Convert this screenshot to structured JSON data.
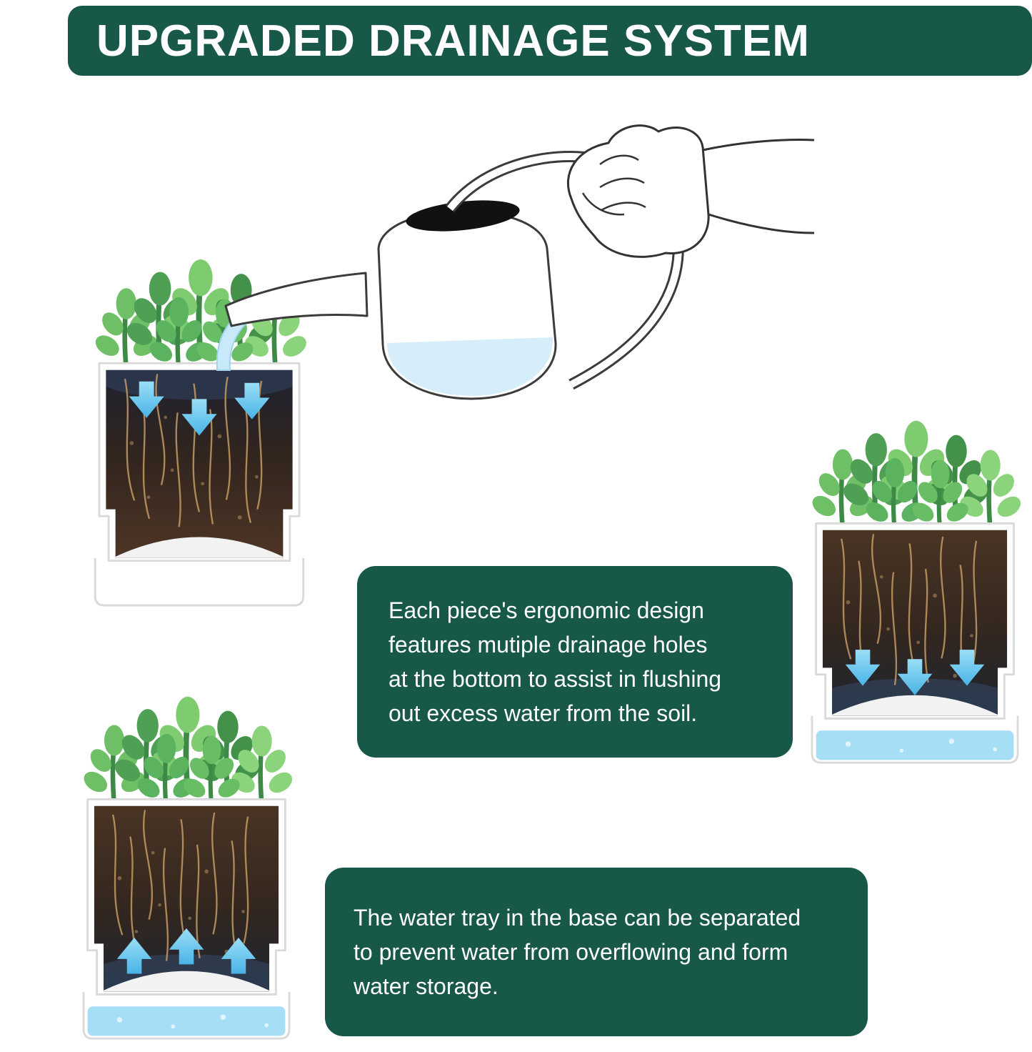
{
  "title": "UPGRADED DRAINAGE SYSTEM",
  "colors": {
    "accent_green": "#175848",
    "background": "#ffffff",
    "text_white": "#ffffff",
    "water_blue": "#a5def5",
    "arrow_blue": "#5fc6ef",
    "leaf_green": "#5fae57",
    "soil_brown": "#4a3424",
    "soil_dark": "#1f2130",
    "root_tan": "#c49a62"
  },
  "callouts": {
    "drainage": "Each piece's ergonomic design\nfeatures mutiple drainage holes\nat the bottom to assist in flushing\nout excess water from the soil.",
    "water_tray": "The water tray in the base can be separated\nto prevent water from overflowing and form\nwater storage."
  },
  "icons": {
    "watering_can": "watering-can-icon",
    "hand": "hand-icon",
    "plant": "jade-plant-icon",
    "pot": "planter-pot-cross-section",
    "down_arrows": "water-flow-down-arrows-icon",
    "up_arrows": "water-flow-up-arrows-icon",
    "water_tray": "water-tray-icon",
    "water_stream": "water-stream-icon"
  }
}
